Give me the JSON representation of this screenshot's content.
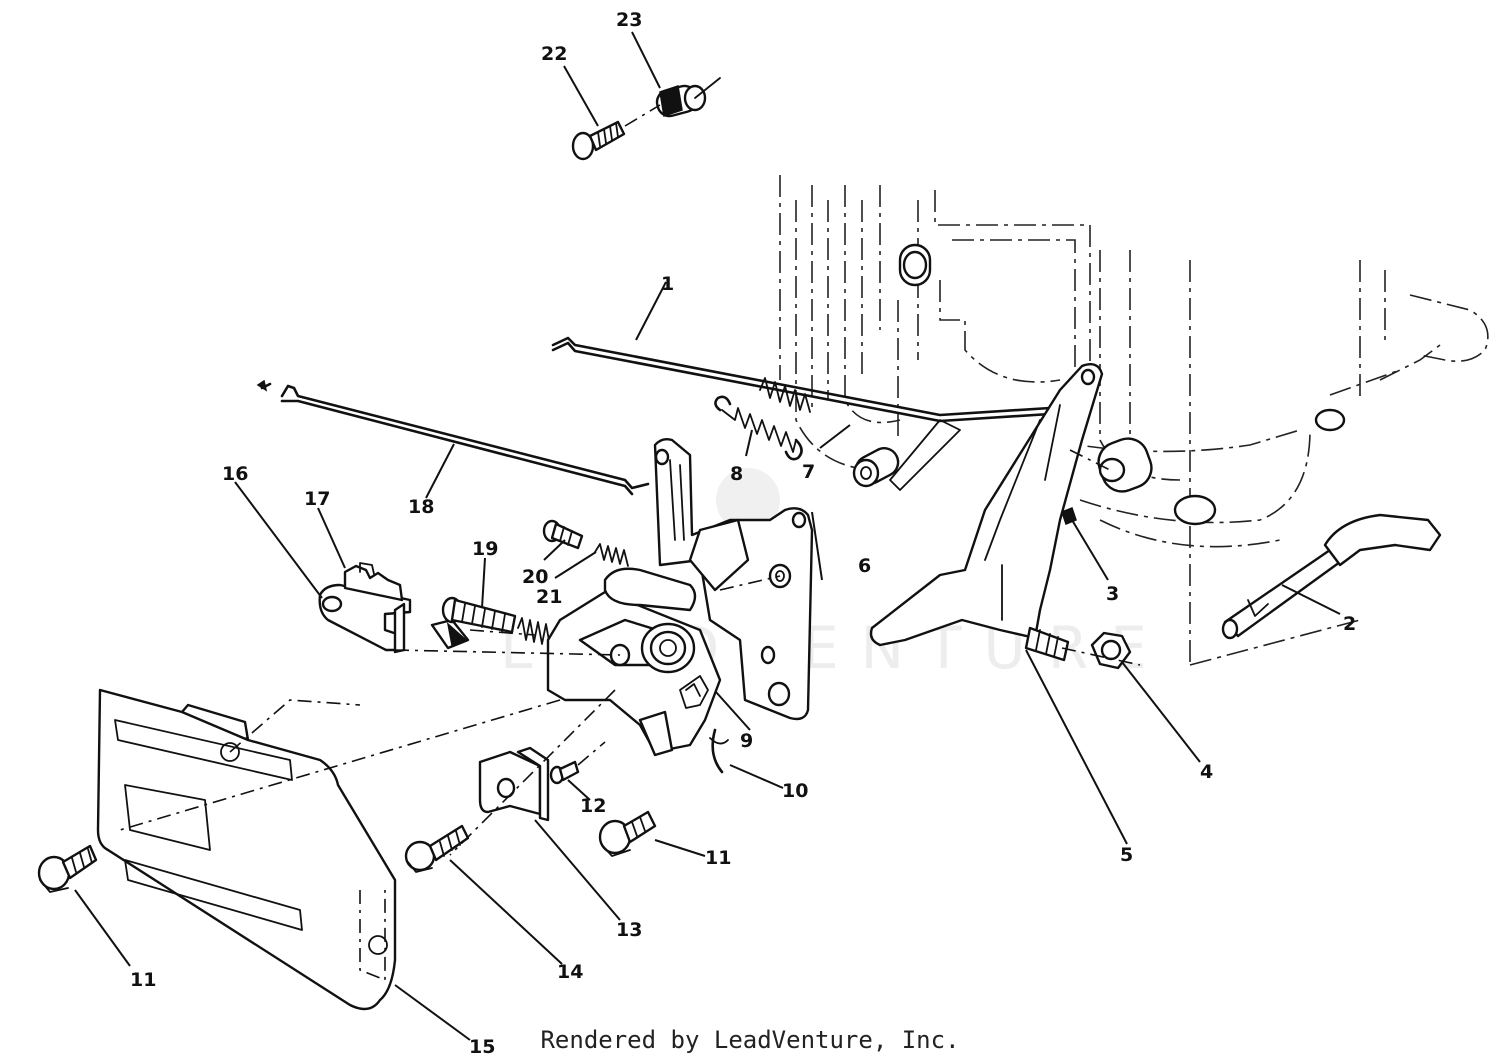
{
  "diagram": {
    "callouts": [
      "23",
      "22",
      "1",
      "8",
      "7",
      "16",
      "17",
      "18",
      "19",
      "20",
      "21",
      "6",
      "3",
      "2",
      "5",
      "4",
      "9",
      "10",
      "12",
      "11",
      "13",
      "14",
      "11",
      "15"
    ]
  },
  "watermark": "LEADVENTURE",
  "credit": "Rendered by LeadVenture, Inc."
}
